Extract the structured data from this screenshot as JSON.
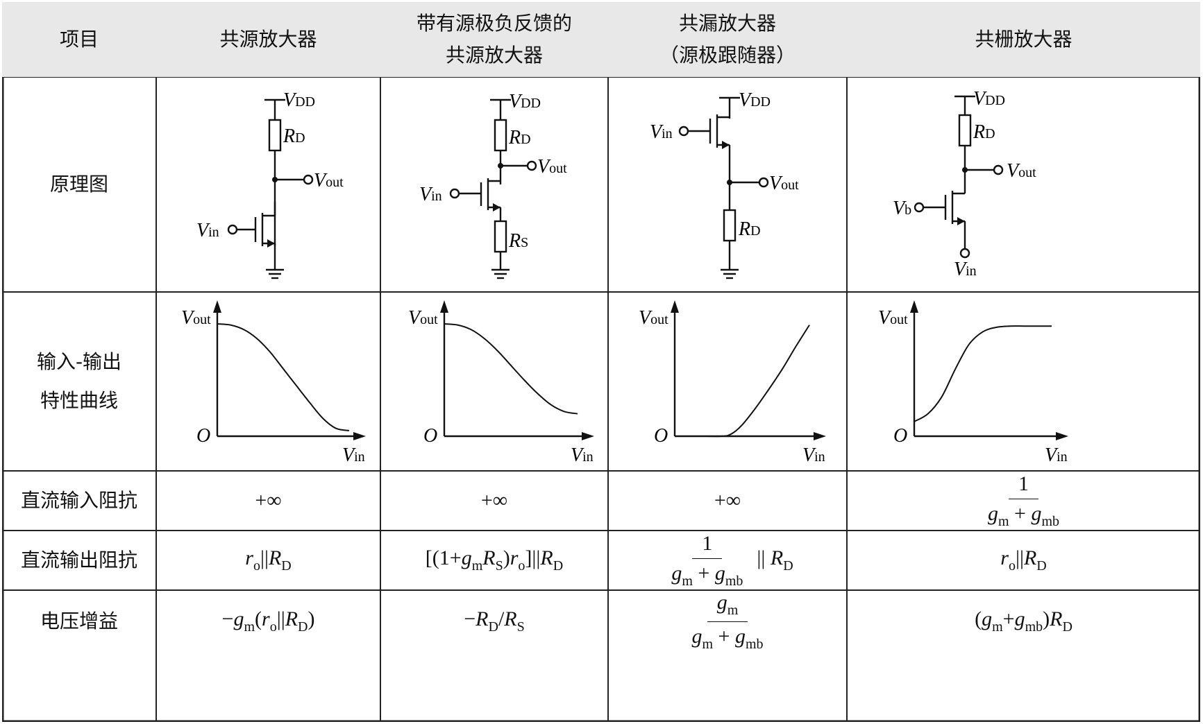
{
  "header": {
    "item": "项目",
    "cs": "共源放大器",
    "csd_line1": "带有源极负反馈的",
    "csd_line2": "共源放大器",
    "cd_line1": "共漏放大器",
    "cd_line2": "（源极跟随器）",
    "cg": "共栅放大器"
  },
  "rows": {
    "schematic": "原理图",
    "io_line1": "输入-输出",
    "io_line2": "特性曲线",
    "rin": "直流输入阻抗",
    "rout": "直流输出阻抗",
    "gain": "电压增益"
  },
  "labels": {
    "V": "V",
    "R": "R",
    "g": "g",
    "r": "r",
    "O": "O",
    "one": "1",
    "DD": "DD",
    "D": "D",
    "S": "S",
    "out": "out",
    "in": "in",
    "b": "b",
    "m": "m",
    "mb": "mb",
    "o": "o",
    "inf": "+∞",
    "plus": "+",
    "minus": "−",
    "par": "||"
  },
  "chart_data": [
    {
      "type": "line",
      "name": "共源放大器",
      "xlabel": "V_in",
      "ylabel": "V_out",
      "origin": "O",
      "x": [
        0,
        0.1,
        0.2,
        0.3,
        0.4,
        0.5,
        0.6,
        0.7,
        0.8,
        0.9,
        1.0
      ],
      "y": [
        1.0,
        0.99,
        0.95,
        0.87,
        0.75,
        0.6,
        0.45,
        0.3,
        0.16,
        0.07,
        0.05
      ]
    },
    {
      "type": "line",
      "name": "带有源极负反馈的共源放大器",
      "xlabel": "V_in",
      "ylabel": "V_out",
      "origin": "O",
      "x": [
        0,
        0.1,
        0.2,
        0.3,
        0.4,
        0.5,
        0.6,
        0.7,
        0.8,
        0.9,
        1.0
      ],
      "y": [
        1.0,
        0.99,
        0.95,
        0.87,
        0.76,
        0.63,
        0.5,
        0.38,
        0.28,
        0.22,
        0.2
      ]
    },
    {
      "type": "line",
      "name": "共漏放大器（源极跟随器）",
      "xlabel": "V_in",
      "ylabel": "V_out",
      "origin": "O",
      "x": [
        0,
        0.2,
        0.35,
        0.42,
        0.5,
        0.6,
        0.7,
        0.8,
        0.9,
        1.0
      ],
      "y": [
        0,
        0,
        0,
        0.02,
        0.1,
        0.25,
        0.42,
        0.6,
        0.8,
        0.99
      ]
    },
    {
      "type": "line",
      "name": "共栅放大器",
      "xlabel": "V_in",
      "ylabel": "V_out",
      "origin": "O",
      "x": [
        0,
        0.1,
        0.2,
        0.3,
        0.4,
        0.5,
        0.6,
        0.7,
        0.8,
        0.9,
        1.0
      ],
      "y": [
        0.13,
        0.2,
        0.35,
        0.6,
        0.82,
        0.93,
        0.97,
        0.98,
        0.98,
        0.98,
        0.98
      ]
    }
  ]
}
